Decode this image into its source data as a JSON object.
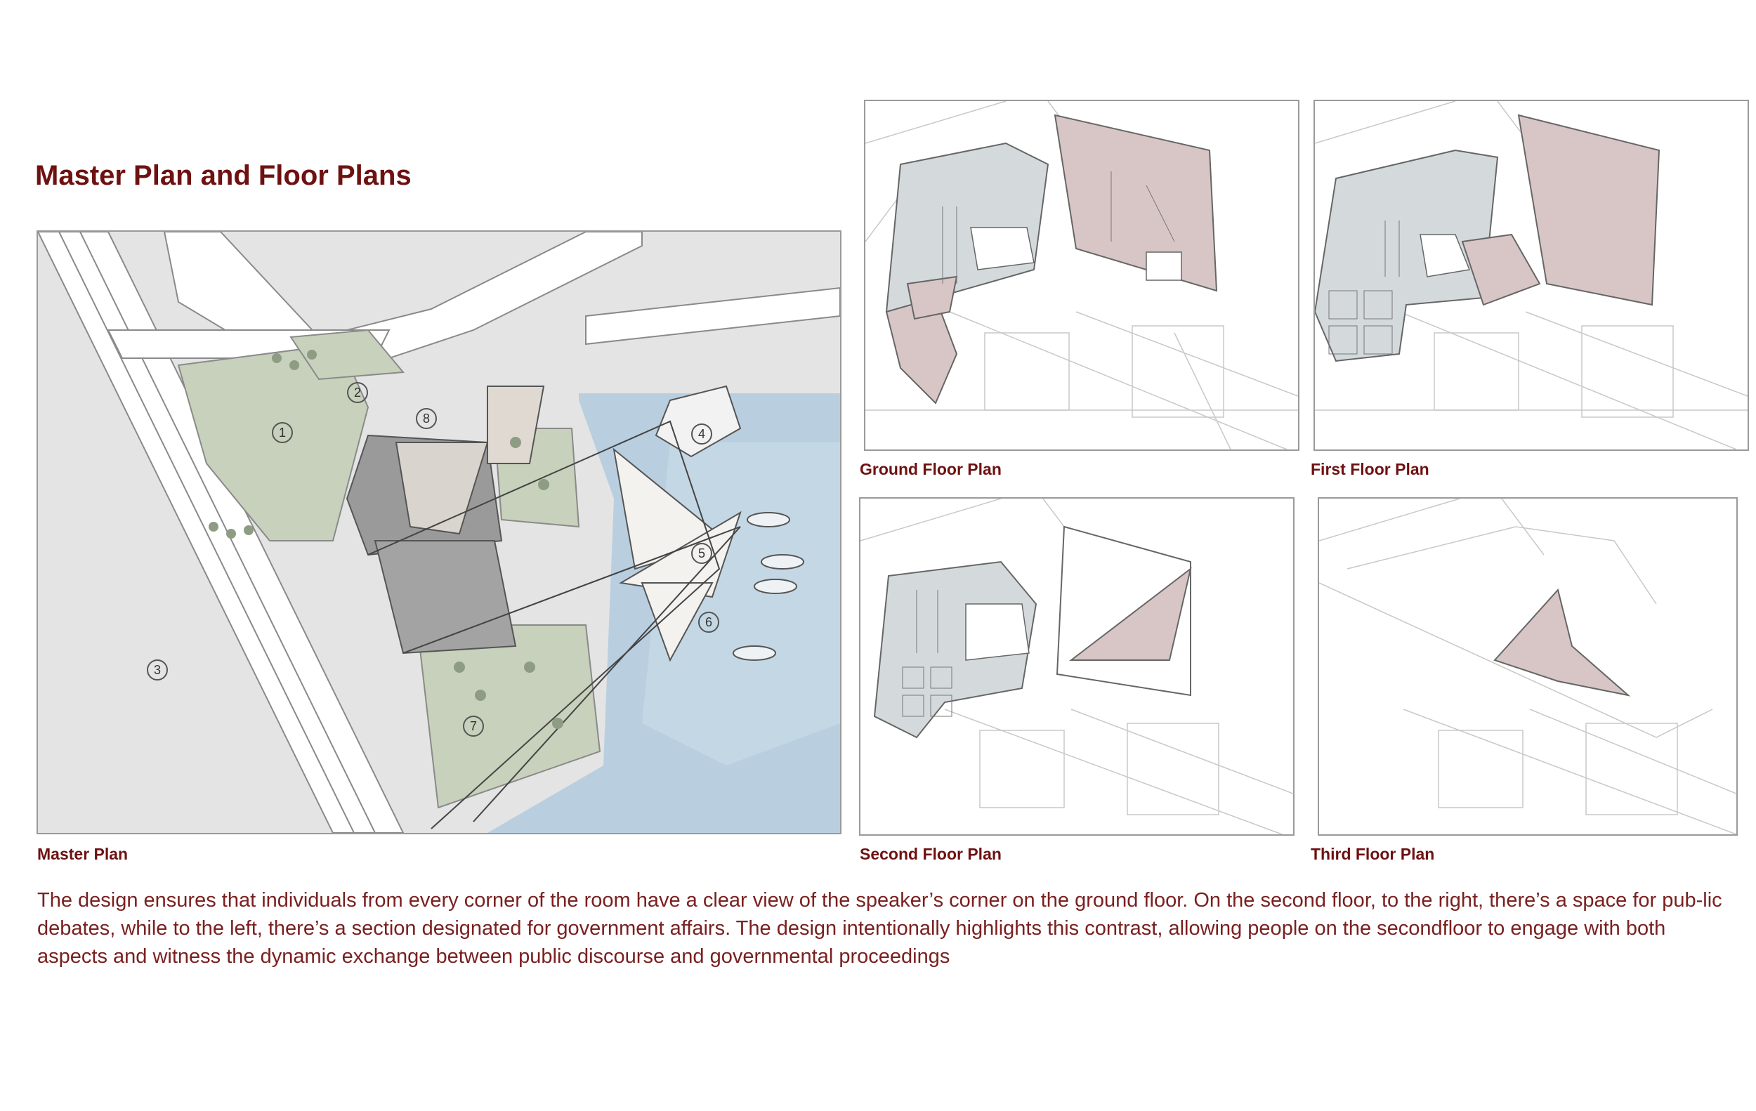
{
  "page": {
    "title": "Master Plan and Floor Plans",
    "description": "The design ensures that individuals from every corner of the room have a clear view of the speaker’s corner on the ground floor. On the second floor, to the right, there’s a space for pub-lic debates, while to the left, there’s a section designated for government affairs. The design intentionally highlights this contrast, allowing people on the secondfloor to engage with both aspects and witness the dynamic exchange between public discourse and governmental proceedings"
  },
  "master_plan": {
    "caption": "Master Plan",
    "markers": [
      "1",
      "2",
      "3",
      "4",
      "5",
      "6",
      "7",
      "8"
    ]
  },
  "floor_plans": [
    {
      "caption": "Ground Floor Plan"
    },
    {
      "caption": "First Floor Plan"
    },
    {
      "caption": "Second Floor Plan"
    },
    {
      "caption": "Third Floor Plan"
    }
  ],
  "colors": {
    "accent": "#6e1111",
    "water": "#b9cfe0",
    "green": "#c7d1bb",
    "plan_fill": "#d8c6c6",
    "interior_fill": "#d4dadc",
    "paving": "#e4e4e4"
  }
}
